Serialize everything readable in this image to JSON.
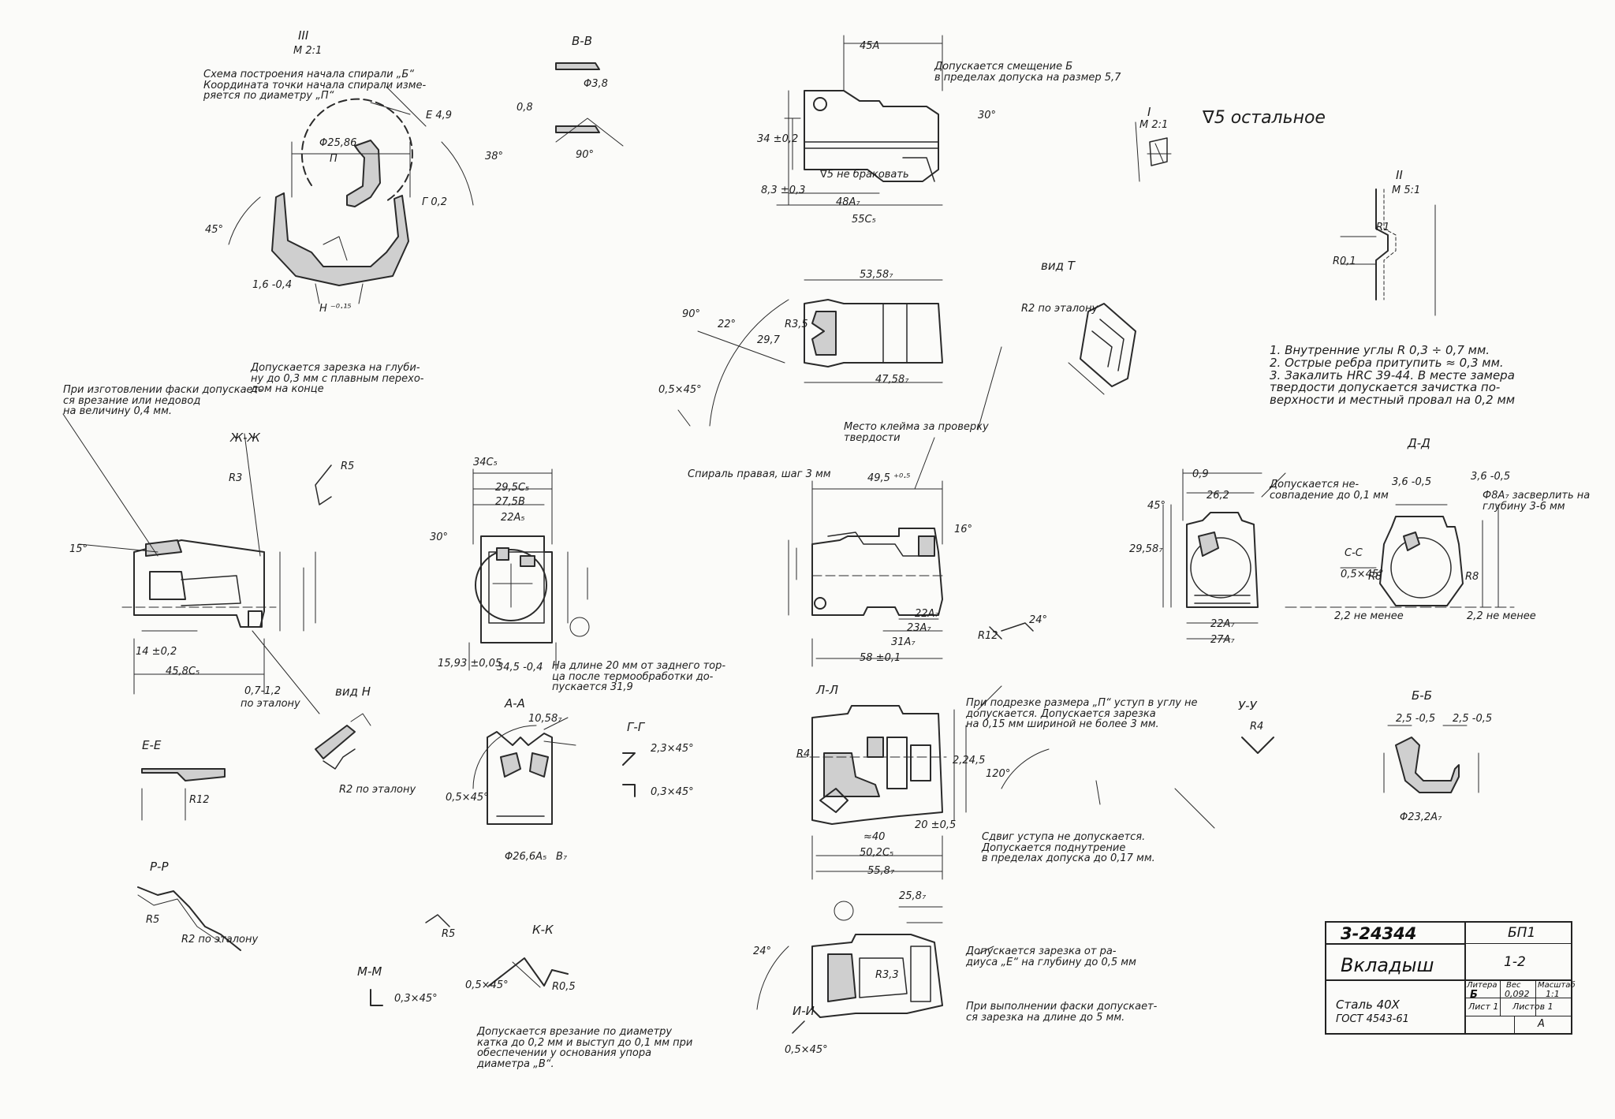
{
  "views": {
    "detail_iii": {
      "title": "III",
      "scale": "М 2:1"
    },
    "section_vv": "В-В",
    "detail_i": {
      "title": "I",
      "scale": "М 2:1"
    },
    "detail_ii": {
      "title": "II",
      "scale": "М 5:1"
    },
    "view_t": "вид Т",
    "view_n": "вид Н",
    "section_zhzh": "Ж-Ж",
    "section_ee": "Е-Е",
    "section_rr": "Р-Р",
    "section_mm": "М-М",
    "section_kk": "К-К",
    "section_aa": "А-А",
    "section_gg": "Г-Г",
    "section_ll": "Л-Л",
    "section_ii": "И-И",
    "section_dd": "Д-Д",
    "section_bb": "Б-Б",
    "section_uu": "У-У",
    "section_ss": "С-С"
  },
  "notes": {
    "spiral_scheme": "Схема построения начала спирали „Б“\nКоордината точки начала спирали изме-\nряется по диаметру „П“",
    "chamfer_cut": "При изготовлении фаски допускает-\nся врезание или недовод\nна величину 0,4 мм.",
    "notch_depth": "Допускается зарезка на глуби-\nну до 0,3 мм с плавным перехо-\nдом на конце",
    "stamp_place": "Место клейма за проверку\nтвердости",
    "spiral_right": "Спираль правая, шаг 3 мм",
    "length_20": "На длине 20 мм от заднего тор-\nца после термообработки до-\nпускается 31,9",
    "radius_notch": "Допускается зарезка от ра-\nдиуса „Е“ на глубину до 0,5 мм",
    "chamfer_notch": "При выполнении фаски допускает-\nся зарезка на длине до 5 мм.",
    "cut_size_p": "При подрезке размера „П“ уступ в углу не\nдопускается. Допускается зарезка\nна 0,15 мм шириной не более 3 мм.",
    "step_shift": "Сдвиг уступа не допускается.\nДопускается поднутрение\nв пределах допуска до 0,17 мм.",
    "mismatch": "Допускается не-\nсовпадение до 0,1 мм",
    "drill_depth": "Ф8А₇ засверлить на\nглубину 3-6 мм",
    "embed_roll": "Допускается врезание по диаметру\nкатка до 0,2 мм и выступ до 0,1 мм при\nобеспечении у основания упора\nдиаметра „В“.",
    "shift_tol": "Допускается смещение Б\nв пределах допуска на размер 5,7",
    "surface_rest": "∇5 остальное",
    "tech_req": "1. Внутренние углы R 0,3 ÷ 0,7 мм.\n2. Острые ребра притупить ≈ 0,3 мм.\n3. Закалить HRC 39-44. В месте замера\nтвердости допускается зачистка по-\nверхности и местный провал на 0,2 мм"
  },
  "dimensions": {
    "d25_86": "Φ25,86",
    "p": "П",
    "e49": "Е 4,9",
    "a38": "38°",
    "a45": "45°",
    "a90": "90°",
    "d38": "Φ3,8",
    "r02": "Г 0,2",
    "h": "Н",
    "h_tol": "Н ⁻⁰·¹⁵",
    "d16": "1,6 -0,4",
    "d08": "0,8",
    "d45a": "45А",
    "d48a": "48А₇",
    "d55c": "55С₅",
    "d34": "34 ±0,2",
    "d83": "8,3 ±0,3",
    "a30": "30°",
    "s5noblast": "∇5 не браковать",
    "d53_58": "53,58₇",
    "d47_58": "47,58₇",
    "a22": "22°",
    "d29": "29,7",
    "r35": "R3,5",
    "d0545": "0,5×45°",
    "r2et": "R2 по эталону",
    "spr_e": "Е",
    "d49_5": "49,5 ⁺⁰·⁵",
    "d58": "58 ±0,1",
    "d22a": "22А₇",
    "d23a": "23А₇",
    "d31a": "31А₇",
    "a16": "16°",
    "r12": "R12",
    "a24": "24°",
    "d34c": "34С₅",
    "d29_5c": "29,5С₅",
    "d27_5b": "27,5В",
    "d22a2": "22А₅",
    "a30b": "30°",
    "d15_93": "15,93 ±0,05",
    "d34_5": "34,5 -0,4",
    "a90b": "90°",
    "d10_58": "10,58₇",
    "d26_6a": "Φ26,6А₅",
    "d2x45": "2,3×45°",
    "d03x45": "0,3×45°",
    "r5": "R5",
    "r3": "R3",
    "a15": "15°",
    "d45_8c": "45,8С₅",
    "d14": "14 ±0,2",
    "d07": "0,7-1,2",
    "d07b": "по эталону",
    "d45x45": "0,5×45°",
    "r1": "R1",
    "r01": "R0,1",
    "d36": "3,6 -0,5",
    "r8": "R8",
    "a120": "120°",
    "d22_4": "2,24,5",
    "d50_2": "50,2С₅",
    "d55_8": "55,8₇",
    "d40": "≈40",
    "d20": "20 ±0,5",
    "d25_8": "25,8₇",
    "r33": "R3,3",
    "a24b": "24°",
    "d25": "2,5 -0,5",
    "d23_2": "Φ23,2А₇",
    "d22b": "2,2 не менее",
    "d29_58": "29,58₇",
    "r05": "R0,5",
    "d26_2": "26,2",
    "d27a": "27А₇",
    "d09": "0,9",
    "d15": "15",
    "r4": "R4",
    "d_bv": "В₇",
    "d8a": "8А₇"
  },
  "title_block": {
    "doc_number": "3-24344",
    "code": "БП1",
    "sheet_ref": "1-2",
    "name": "Вкладыш",
    "material_line1": "Сталь 40Х",
    "material_line2": "ГОСТ 4543-61",
    "lit_label": "Литера",
    "mass_label": "Вес",
    "scale_label": "Масштаб",
    "lit_value": "Б",
    "mass_value": "0,092",
    "scale_value": "1:1",
    "sheet_label": "Лист 1",
    "sheets_label": "Листов 1",
    "mark": "А"
  }
}
